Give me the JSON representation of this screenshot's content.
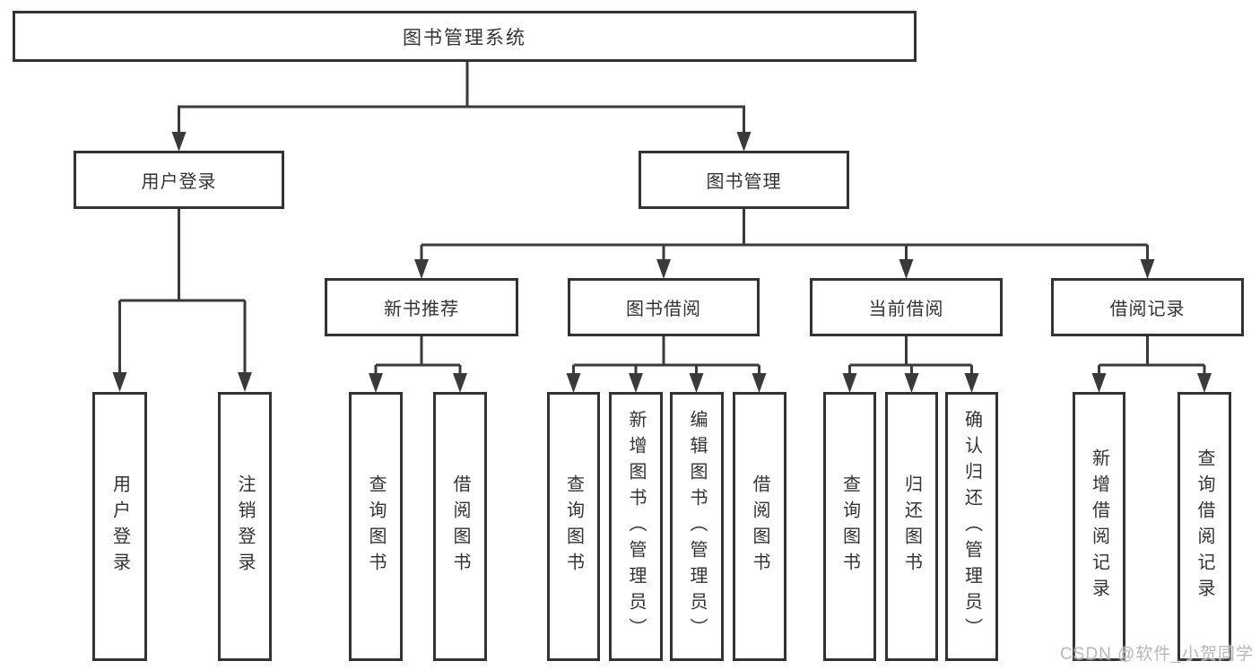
{
  "tree": {
    "root": {
      "label": "图书管理系统",
      "children": [
        {
          "label": "用户登录",
          "children": [
            {
              "label": "用户登录"
            },
            {
              "label": "注销登录"
            }
          ]
        },
        {
          "label": "图书管理",
          "children": [
            {
              "label": "新书推荐",
              "children": [
                {
                  "label": "查询图书"
                },
                {
                  "label": "借阅图书"
                }
              ]
            },
            {
              "label": "图书借阅",
              "children": [
                {
                  "label": "查询图书"
                },
                {
                  "label": "新增图书（管理员）"
                },
                {
                  "label": "编辑图书（管理员）"
                },
                {
                  "label": "借阅图书"
                }
              ]
            },
            {
              "label": "当前借阅",
              "children": [
                {
                  "label": "查询图书"
                },
                {
                  "label": "归还图书"
                },
                {
                  "label": "确认归还（管理员）"
                }
              ]
            },
            {
              "label": "借阅记录",
              "children": [
                {
                  "label": "新增借阅记录"
                },
                {
                  "label": "查询借阅记录"
                }
              ]
            }
          ]
        }
      ]
    }
  },
  "watermark": {
    "text": "CSDN @软件_小贺同学"
  },
  "colors": {
    "line": "#3a3a3a",
    "box_border": "#333333",
    "text": "#333333",
    "watermark": "#b5b5b5",
    "background": "#ffffff"
  }
}
